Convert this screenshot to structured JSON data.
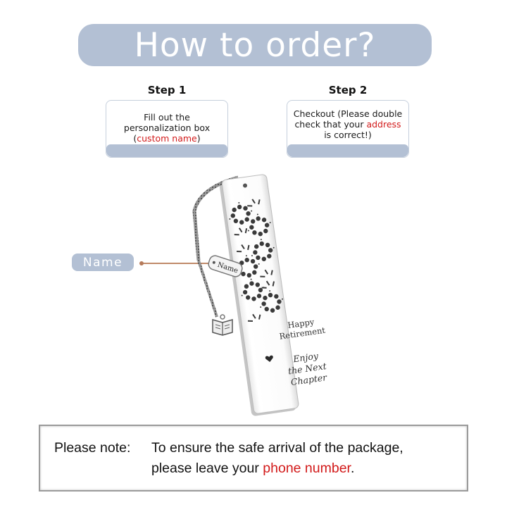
{
  "banner": {
    "title": "How to order?"
  },
  "steps": [
    {
      "title": "Step 1",
      "text_before": "Fill out the personalization box (",
      "text_highlight": "custom name",
      "text_after": ")"
    },
    {
      "title": "Step 2",
      "text_before": "Checkout (Please double check that your ",
      "text_highlight": "address",
      "text_after": " is correct!)"
    }
  ],
  "callout": {
    "label": "Name"
  },
  "product": {
    "charm_text": "Name",
    "bookmark_lines": [
      "Happy",
      "Retirement"
    ],
    "bookmark_script": [
      "Enjoy",
      "the Next",
      "Chapter"
    ],
    "icons": [
      "heart-icon",
      "book-charm-icon",
      "flower-pattern-icon"
    ]
  },
  "note": {
    "label": "Please note:",
    "line1": "To ensure the safe arrival of the package,",
    "line2_before": "please leave your ",
    "line2_highlight": "phone number",
    "line2_after": "."
  },
  "colors": {
    "accent_blue": "#b3c0d4",
    "highlight_red": "#d21a1a",
    "pointer_line": "#c08a6a"
  }
}
